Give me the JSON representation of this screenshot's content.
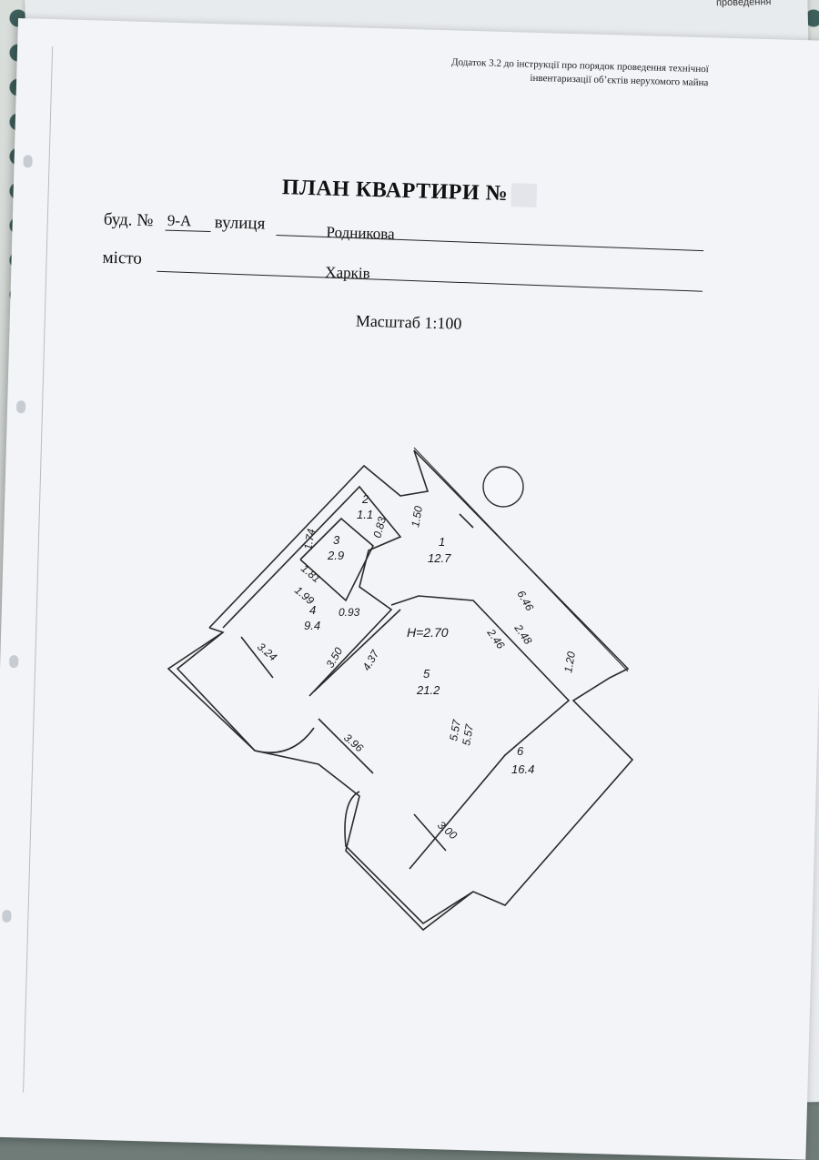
{
  "header": {
    "appendix_line1": "Додаток 3.2 до інструкції про порядок проведення технічної",
    "appendix_line2": "інвентаризації об’єктів нерухомого майна",
    "title": "ПЛАН КВАРТИРИ №"
  },
  "address": {
    "building_label": "буд. №",
    "building_value": "9-А",
    "street_label": "вулиця",
    "street_value": "Родникова",
    "city_label": "місто",
    "city_value": "Харків",
    "scale": "Масштаб 1:100"
  },
  "under_sheet_text": "проведення",
  "plan": {
    "ceiling_height": "H=2.70",
    "rooms": [
      {
        "num": "1",
        "area": "12.7"
      },
      {
        "num": "2",
        "area": "1.1"
      },
      {
        "num": "3",
        "area": "2.9"
      },
      {
        "num": "4",
        "area": "9.4"
      },
      {
        "num": "5",
        "area": "21.2"
      },
      {
        "num": "6",
        "area": "16.4"
      }
    ],
    "dims": [
      "1.74",
      "0.83",
      "1.50",
      "6.46",
      "1.81",
      "1.99",
      "0.93",
      "3.50",
      "4.37",
      "3.24",
      "2.48",
      "2.46",
      "1.20",
      "5.57",
      "5.57",
      "3.96",
      "3.00"
    ]
  }
}
